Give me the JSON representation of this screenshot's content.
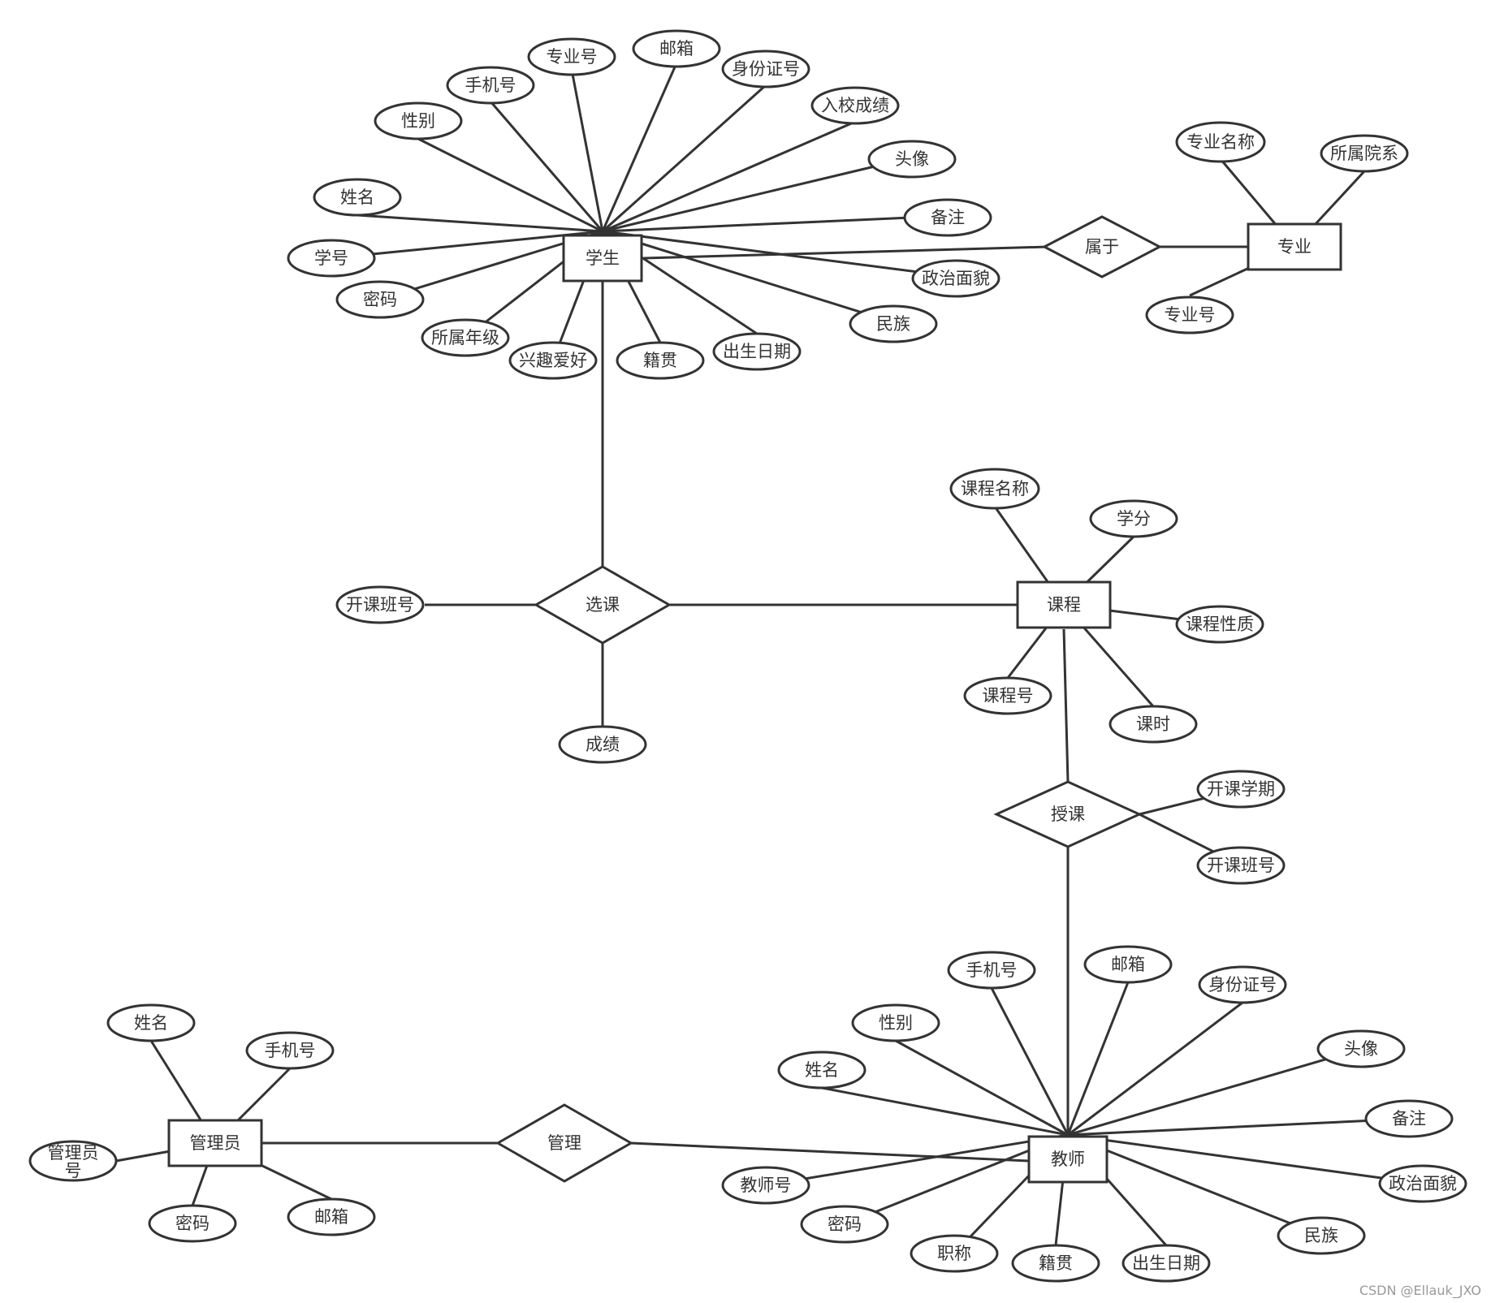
{
  "entities": {
    "student": "学生",
    "major": "专业",
    "course": "课程",
    "teacher": "教师",
    "admin": "管理员"
  },
  "relationships": {
    "belongs": "属于",
    "select": "选课",
    "teach": "授课",
    "manage": "管理"
  },
  "attributes": {
    "student": [
      "专业号",
      "邮箱",
      "身份证号",
      "手机号",
      "性别",
      "入校成绩",
      "头像",
      "姓名",
      "备注",
      "学号",
      "政治面貌",
      "密码",
      "民族",
      "所属年级",
      "兴趣爱好",
      "籍贯",
      "出生日期"
    ],
    "major": [
      "专业名称",
      "所属院系",
      "专业号"
    ],
    "course": [
      "课程名称",
      "学分",
      "课程性质",
      "课程号",
      "课时"
    ],
    "select": [
      "开课班号",
      "成绩"
    ],
    "teach": [
      "开课学期",
      "开课班号"
    ],
    "teacher": [
      "手机号",
      "邮箱",
      "身份证号",
      "性别",
      "头像",
      "姓名",
      "备注",
      "教师号",
      "政治面貌",
      "密码",
      "民族",
      "职称",
      "籍贯",
      "出生日期"
    ],
    "admin": [
      "姓名",
      "手机号",
      "管理员号",
      "密码",
      "邮箱"
    ]
  },
  "watermark": "CSDN @Ellauk_JXO"
}
